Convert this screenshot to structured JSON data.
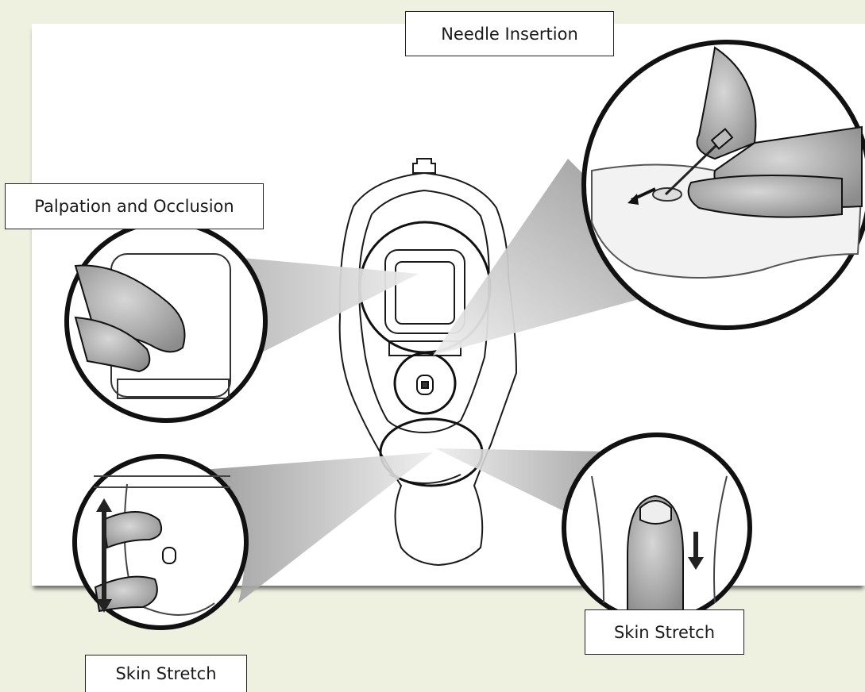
{
  "labels": {
    "needle_insertion": "Needle Insertion",
    "palpation_occlusion": "Palpation and Occlusion",
    "skin_stretch_right": "Skin Stretch",
    "skin_stretch_left": "Skin Stretch"
  },
  "colors": {
    "background": "#eef0e0",
    "panel": "#ffffff",
    "outline": "#1a1a1a"
  }
}
